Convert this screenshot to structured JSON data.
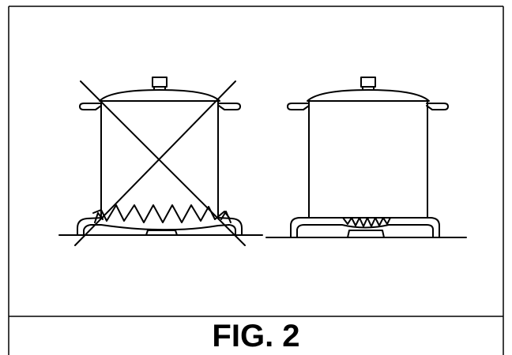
{
  "figure": {
    "caption": "FIG. 2"
  },
  "panels": [
    {
      "id": "incorrect",
      "crossed_out": true,
      "depiction": "pot-on-burner-with-flames-reaching-sides"
    },
    {
      "id": "correct",
      "crossed_out": false,
      "depiction": "pot-on-burner-with-small-flames"
    }
  ],
  "colors": {
    "line": "#000000",
    "background": "#ffffff"
  }
}
